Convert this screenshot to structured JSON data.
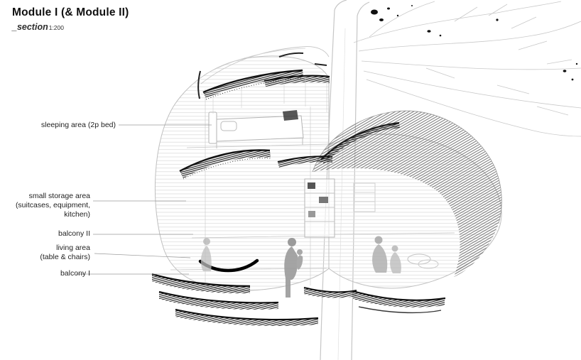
{
  "header": {
    "title": "Module I (& Module II)",
    "section_label": "_section",
    "scale": "1:200"
  },
  "annotations": [
    {
      "id": "sleeping-area",
      "lines": [
        "sleeping area (2p bed)"
      ]
    },
    {
      "id": "small-storage-area",
      "lines": [
        "small storage area",
        "(suitcases, equipment,",
        "kitchen)"
      ]
    },
    {
      "id": "balcony-ii",
      "lines": [
        "balcony II"
      ]
    },
    {
      "id": "living-area",
      "lines": [
        "living area",
        "(table & chairs)"
      ]
    },
    {
      "id": "balcony-i",
      "lines": [
        "balcony I"
      ]
    }
  ],
  "drawing": {
    "elements": [
      "tree-trunk",
      "tree-branches",
      "leaf-clusters",
      "module-shell-left",
      "module-shell-right",
      "thatch-roof-bands",
      "sleeping-bed",
      "storage-shelves",
      "human-figures",
      "balcony-deck-bands",
      "hammock-arc"
    ]
  },
  "colors": {
    "background": "#ffffff",
    "sketch_line": "#c2c2c2",
    "ink": "#141414",
    "label_text": "#1f1f1f"
  }
}
